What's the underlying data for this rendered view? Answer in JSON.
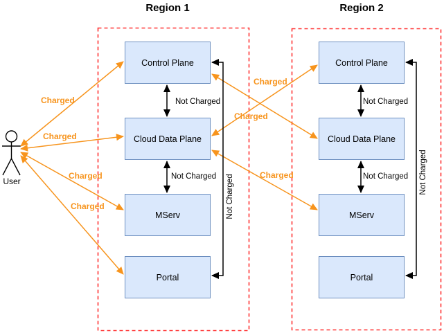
{
  "regions": [
    {
      "title": "Region 1",
      "nodes": [
        {
          "label": "Control Plane"
        },
        {
          "label": "Cloud Data Plane"
        },
        {
          "label": "MServ"
        },
        {
          "label": "Portal"
        }
      ]
    },
    {
      "title": "Region 2",
      "nodes": [
        {
          "label": "Control Plane"
        },
        {
          "label": "Cloud Data Plane"
        },
        {
          "label": "MServ"
        },
        {
          "label": "Portal"
        }
      ]
    }
  ],
  "actor": {
    "label": "User"
  },
  "edges": [
    {
      "from": "user",
      "to": "region1.control-plane",
      "label": "Charged",
      "style": "orange-bidirectional"
    },
    {
      "from": "user",
      "to": "region1.cloud-data-plane",
      "label": "Charged",
      "style": "orange-bidirectional"
    },
    {
      "from": "user",
      "to": "region1.mserv",
      "label": "Charged",
      "style": "orange-bidirectional"
    },
    {
      "from": "user",
      "to": "region1.portal",
      "label": "Charged",
      "style": "orange-bidirectional"
    },
    {
      "from": "region1.cloud-data-plane",
      "to": "region2.control-plane",
      "label": "Charged",
      "style": "orange-bidirectional"
    },
    {
      "from": "region1.control-plane",
      "to": "region2.cloud-data-plane",
      "label": "Charged",
      "style": "orange-bidirectional"
    },
    {
      "from": "region1.cloud-data-plane",
      "to": "region2.mserv",
      "label": "Charged",
      "style": "orange-bidirectional"
    },
    {
      "from": "region1.control-plane",
      "to": "region1.cloud-data-plane",
      "label": "Not Charged",
      "style": "black-bidirectional"
    },
    {
      "from": "region1.cloud-data-plane",
      "to": "region1.mserv",
      "label": "Not Charged",
      "style": "black-bidirectional"
    },
    {
      "from": "region1.control-plane",
      "to": "region1.portal",
      "label": "Not Charged",
      "style": "black-elbow-bidirectional"
    },
    {
      "from": "region2.control-plane",
      "to": "region2.cloud-data-plane",
      "label": "Not Charged",
      "style": "black-bidirectional"
    },
    {
      "from": "region2.cloud-data-plane",
      "to": "region2.mserv",
      "label": "Not Charged",
      "style": "black-bidirectional"
    },
    {
      "from": "region2.control-plane",
      "to": "region2.portal",
      "label": "Not Charged",
      "style": "black-elbow-bidirectional"
    }
  ],
  "colors": {
    "node_fill": "#dae8fc",
    "node_border": "#6c8ebf",
    "region_border": "#ff3131",
    "charged_orange": "#f7941d",
    "not_charged_black": "#000000"
  }
}
